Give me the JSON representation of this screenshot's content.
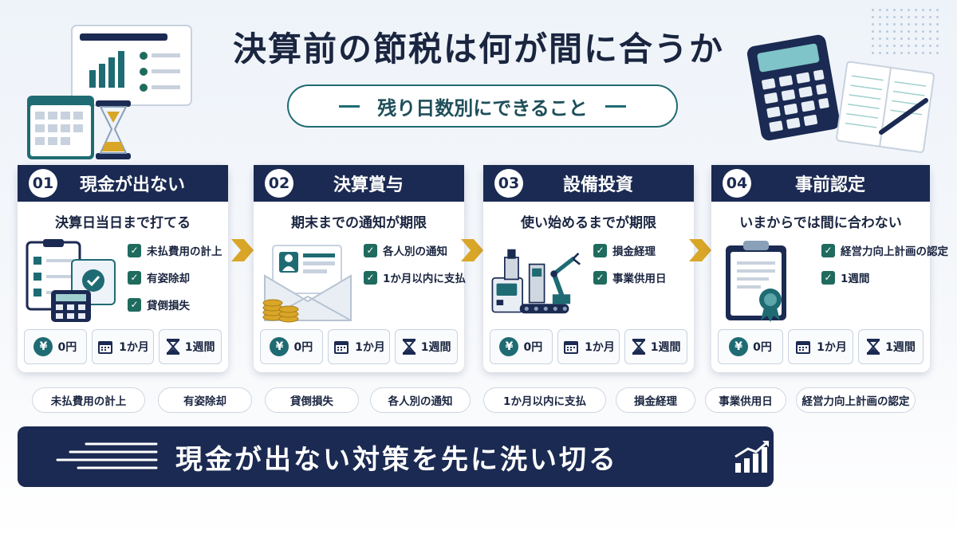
{
  "title": "決算前の節税は何が間に合うか",
  "subtitle": "残り日数別にできること",
  "cards": [
    {
      "num": "01",
      "title": "現金が出ない",
      "sub": "決算日当日まで打てる",
      "items": [
        "未払費用の計上",
        "有姿除却",
        "貸倒損失"
      ],
      "foot": {
        "yen": "0円",
        "month": "1か月",
        "week": "1週間"
      }
    },
    {
      "num": "02",
      "title": "決算賞与",
      "sub": "期末までの通知が期限",
      "items": [
        "各人別の通知",
        "1か月以内に支払"
      ],
      "foot": {
        "yen": "0円",
        "month": "1か月",
        "week": "1週間"
      }
    },
    {
      "num": "03",
      "title": "設備投資",
      "sub": "使い始めるまでが期限",
      "items": [
        "損金経理",
        "事業供用日"
      ],
      "foot": {
        "yen": "0円",
        "month": "1か月",
        "week": "1週間"
      }
    },
    {
      "num": "04",
      "title": "事前認定",
      "sub": "いまからでは間に合わない",
      "items": [
        "経営力向上計画の認定",
        "1週間"
      ],
      "foot": {
        "yen": "0円",
        "month": "1か月",
        "week": "1週間"
      }
    }
  ],
  "tags": [
    "未払費用の計上",
    "有姿除却",
    "貸倒損失",
    "各人別の通知",
    "1か月以内に支払",
    "損金経理",
    "事業供用日",
    "経営力向上計画の認定"
  ],
  "banner": "現金が出ない対策を先に洗い切る",
  "icons": {
    "yen": "yen-icon",
    "calendar": "calendar-icon",
    "hourglass": "hourglass-icon",
    "check": "check-icon",
    "arrow": "arrow-right-icon"
  },
  "colors": {
    "navy": "#1b2a52",
    "teal": "#1f6b73",
    "gold": "#d9a628"
  }
}
